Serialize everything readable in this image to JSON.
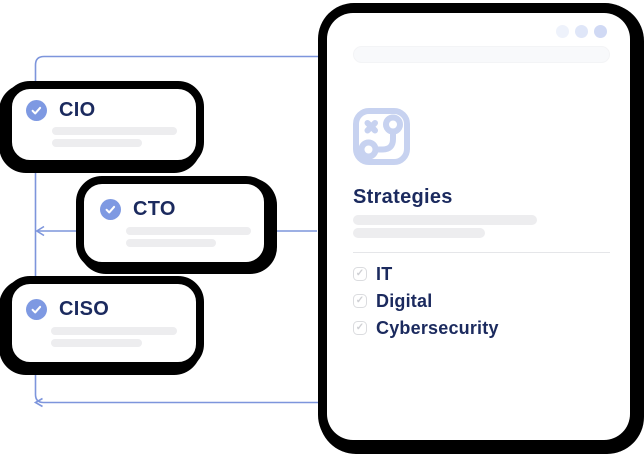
{
  "cards": [
    {
      "title": "CIO"
    },
    {
      "title": "CTO"
    },
    {
      "title": "CISO"
    }
  ],
  "panel": {
    "heading": "Strategies",
    "items": [
      {
        "label": "IT"
      },
      {
        "label": "Digital"
      },
      {
        "label": "Cybersecurity"
      }
    ]
  },
  "icons": {
    "checkbox_tick": "✓",
    "check_circle": "check-circle-icon",
    "strategy": "strategy-route-icon",
    "window_dots": "window-dots"
  },
  "colors": {
    "connector_blue": "#7d95dc",
    "check_circle_blue": "#7e99e2",
    "text_navy": "#1b2a5e",
    "icon_periwinkle": "#c7d2f0",
    "border_black": "#000000"
  }
}
